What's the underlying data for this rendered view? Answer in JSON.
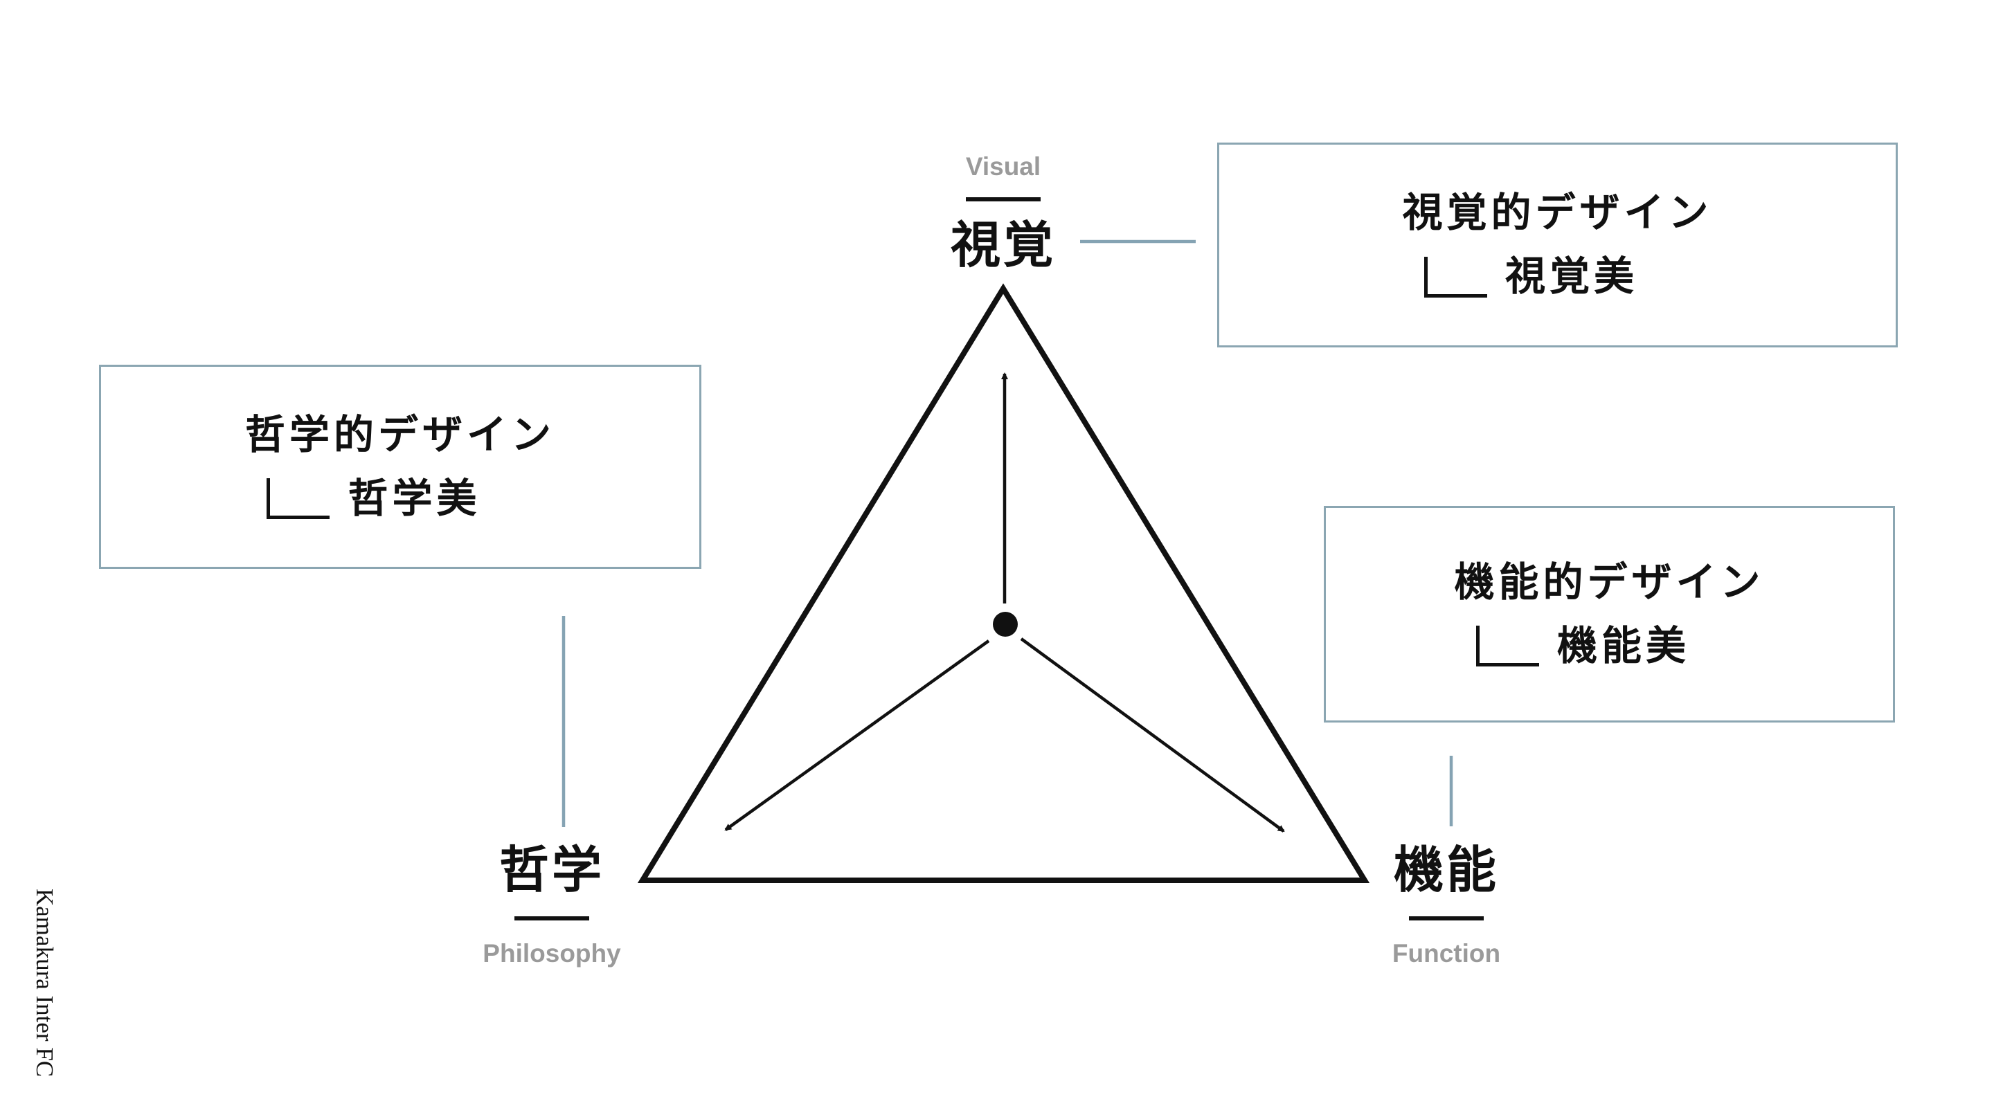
{
  "slide": {
    "background": "#ffffff",
    "colors": {
      "text": "#111111",
      "muted_label": "#9a9a9a",
      "callout_border": "#8ba6b2",
      "connector_line": "#85a3b3",
      "diagram_stroke": "#111111"
    },
    "watermark": "Kamakura Inter FC"
  },
  "nodes": {
    "visual": {
      "jp": "視覚",
      "en": "Visual"
    },
    "philosophy": {
      "jp": "哲学",
      "en": "Philosophy"
    },
    "function": {
      "jp": "機能",
      "en": "Function"
    }
  },
  "callouts": {
    "visual": {
      "title": "視覚的デザイン",
      "sub": "視覚美"
    },
    "philosophy": {
      "title": "哲学的デザイン",
      "sub": "哲学美"
    },
    "function": {
      "title": "機能的デザイン",
      "sub": "機能美"
    }
  }
}
